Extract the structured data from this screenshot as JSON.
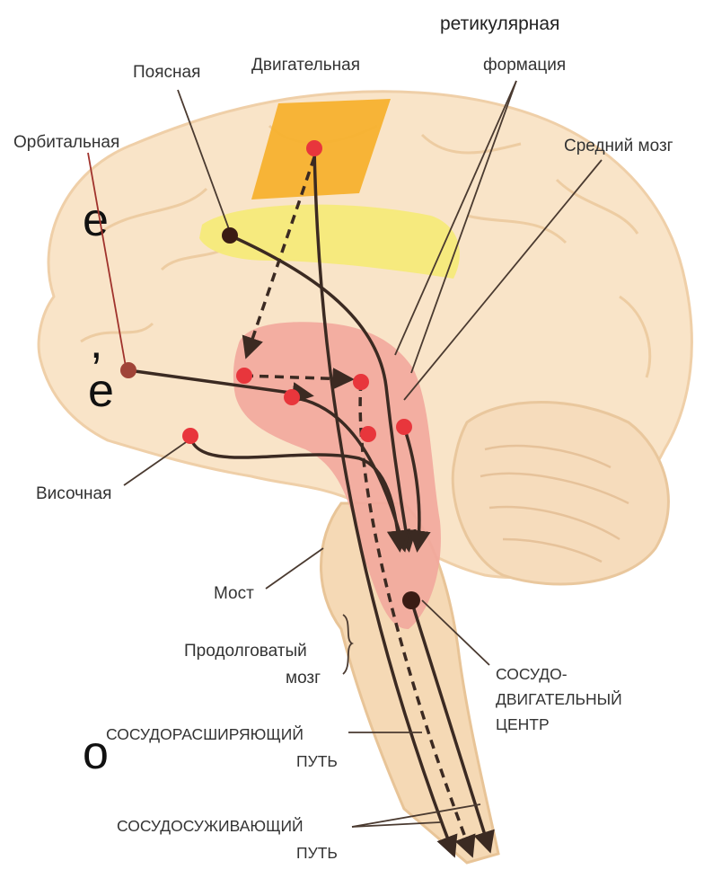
{
  "fragments": {
    "f1": "е",
    "f2": ",",
    "f3": "е",
    "f4": "о"
  },
  "labels": {
    "reticular": "ретикулярная",
    "formation": "формация",
    "cingulate": "Поясная",
    "motor": "Двигательная",
    "orbital": "Орбитальная",
    "midbrain": "Средний мозг",
    "temporal": "Височная",
    "pons": "Мост",
    "medulla_1": "Продолговатый",
    "medulla_2": "мозг",
    "vasomotor_1": "СОСУДО-",
    "vasomotor_2": "ДВИГАТЕЛЬНЫЙ",
    "vasomotor_3": "ЦЕНТР",
    "dilator_1": "СОСУДОРАСШИРЯЮЩИЙ",
    "dilator_2": "ПУТЬ",
    "constrictor_1": "СОСУДОСУЖИВАЮЩИЙ",
    "constrictor_2": "ПУТЬ"
  },
  "colors": {
    "brain_fill": "#f9e4c8",
    "brain_stroke": "#efcfa8",
    "motor_cortex": "#f7b12f",
    "cingulate_band": "#f6ea7a",
    "limbic_region": "#f2a79c",
    "node": "#e8363c",
    "node_dark": "#3a1c14",
    "pathway": "#3b2a22"
  }
}
